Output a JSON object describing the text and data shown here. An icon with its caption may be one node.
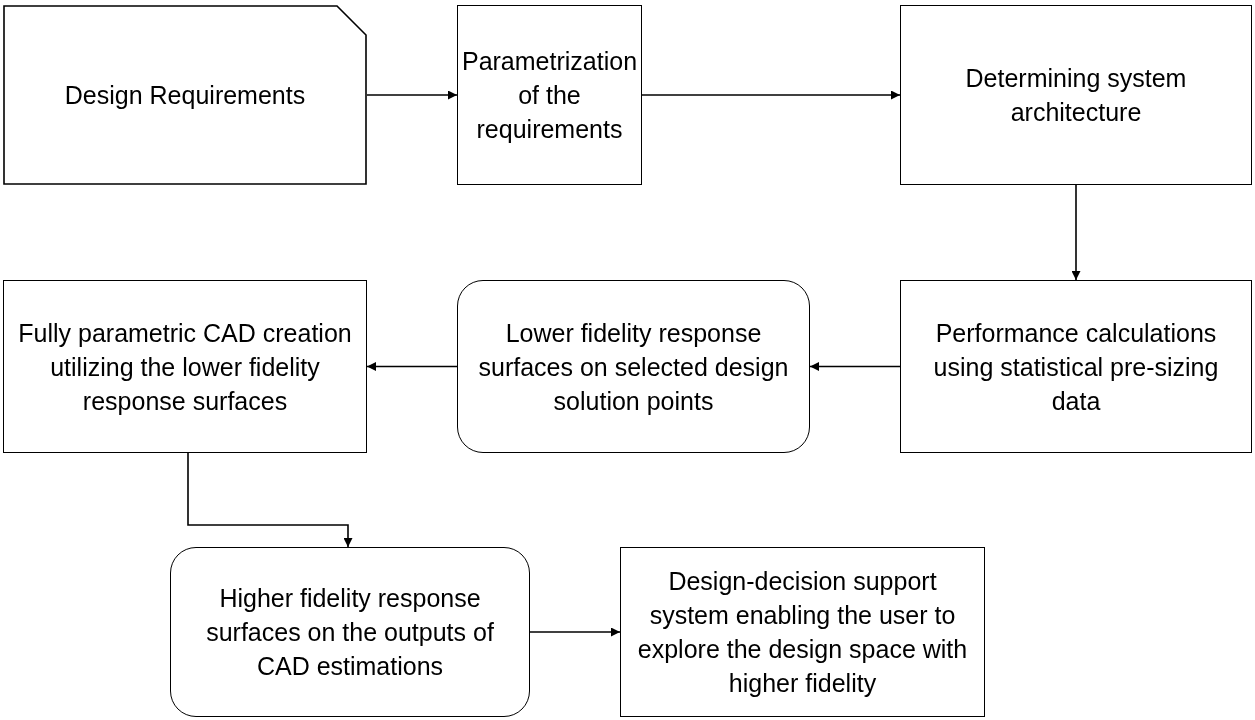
{
  "diagram": {
    "nodes": [
      {
        "text": [
          "Design Requirements"
        ]
      },
      {
        "text": [
          "Parametrization of the requirements"
        ]
      },
      {
        "text": [
          "Determining system architecture"
        ]
      },
      {
        "text": [
          "Performance calculations using statistical pre-sizing data"
        ]
      },
      {
        "text": [
          "Lower fidelity response surfaces on selected design solution points"
        ]
      },
      {
        "text": [
          "Fully parametric CAD creation utilizing the lower fidelity response surfaces"
        ]
      },
      {
        "text": [
          "Higher fidelity response surfaces on the outputs of CAD estimations"
        ]
      },
      {
        "text": [
          "Design-decision support system enabling the user to explore the design space with higher fidelity"
        ]
      }
    ],
    "edges": [
      {
        "from": 0,
        "to": 1,
        "arrow": "to"
      },
      {
        "from": 1,
        "to": 2,
        "arrow": "to"
      },
      {
        "from": 2,
        "to": 3,
        "arrow": "to"
      },
      {
        "from": 3,
        "to": 4,
        "arrow": "to"
      },
      {
        "from": 4,
        "to": 5,
        "arrow": "to"
      },
      {
        "from": 5,
        "to": 6,
        "arrow": "to"
      },
      {
        "from": 6,
        "to": 7,
        "arrow": "to"
      }
    ]
  }
}
